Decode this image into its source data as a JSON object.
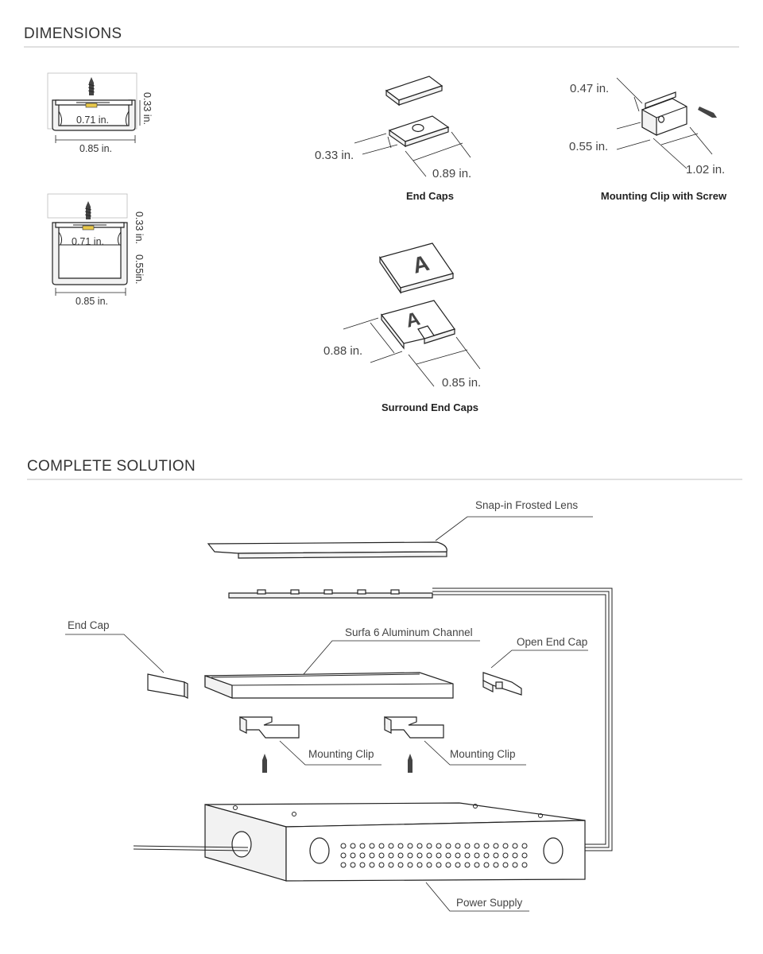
{
  "dimensions": {
    "heading": "DIMENSIONS",
    "profile_top": {
      "inner_width": "0.71 in.",
      "outer_width": "0.85 in.",
      "height": "0.33 in."
    },
    "profile_bottom": {
      "inner_width": "0.71 in.",
      "outer_width": "0.85 in.",
      "top_height": "0.33 in.",
      "bottom_height": "0.55in."
    },
    "end_caps": {
      "caption": "End Caps",
      "height": "0.33 in.",
      "length": "0.89 in."
    },
    "mounting_clip": {
      "caption": "Mounting Clip with Screw",
      "top": "0.47 in.",
      "side": "0.55 in.",
      "length": "1.02 in."
    },
    "surround_caps": {
      "caption": "Surround End Caps",
      "side": "0.88 in.",
      "length": "0.85 in.",
      "letter": "A"
    }
  },
  "complete_solution": {
    "heading": "COMPLETE SOLUTION",
    "labels": {
      "lens": "Snap-in Frosted Lens",
      "end_cap": "End Cap",
      "channel": "Surfa 6 Aluminum Channel",
      "open_end_cap": "Open End Cap",
      "clip_left": "Mounting Clip",
      "clip_right": "Mounting Clip",
      "power_supply": "Power Supply"
    }
  }
}
